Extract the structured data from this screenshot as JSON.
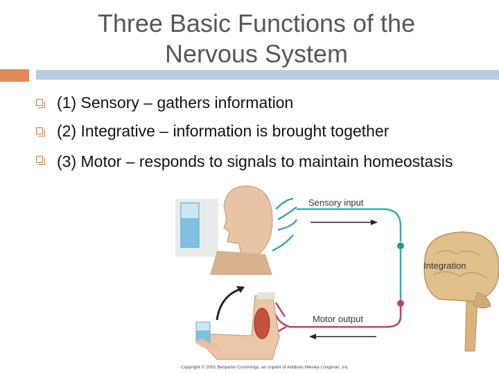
{
  "slide": {
    "title_line1": "Three Basic Functions of the",
    "title_line2": "Nervous System"
  },
  "bullets": [
    {
      "text": "(1) Sensory – gathers information"
    },
    {
      "text": "(2) Integrative – information is brought together"
    },
    {
      "text": "(3) Motor – responds to signals to maintain homeostasis"
    }
  ],
  "figure": {
    "sensory_label": "Sensory input",
    "integration_label": "Integration",
    "motor_label": "Motor output",
    "copyright": "Copyright © 2001 Benjamin Cummings, an imprint of Addison Wesley Longman, Inc."
  },
  "colors": {
    "title_text": "#5a5550",
    "accent_orange": "#df8a57",
    "accent_blue": "#b8cce2",
    "sensory_path": "#3aa6b8",
    "motor_path": "#c23a6a",
    "brain": "#e2c08c"
  }
}
